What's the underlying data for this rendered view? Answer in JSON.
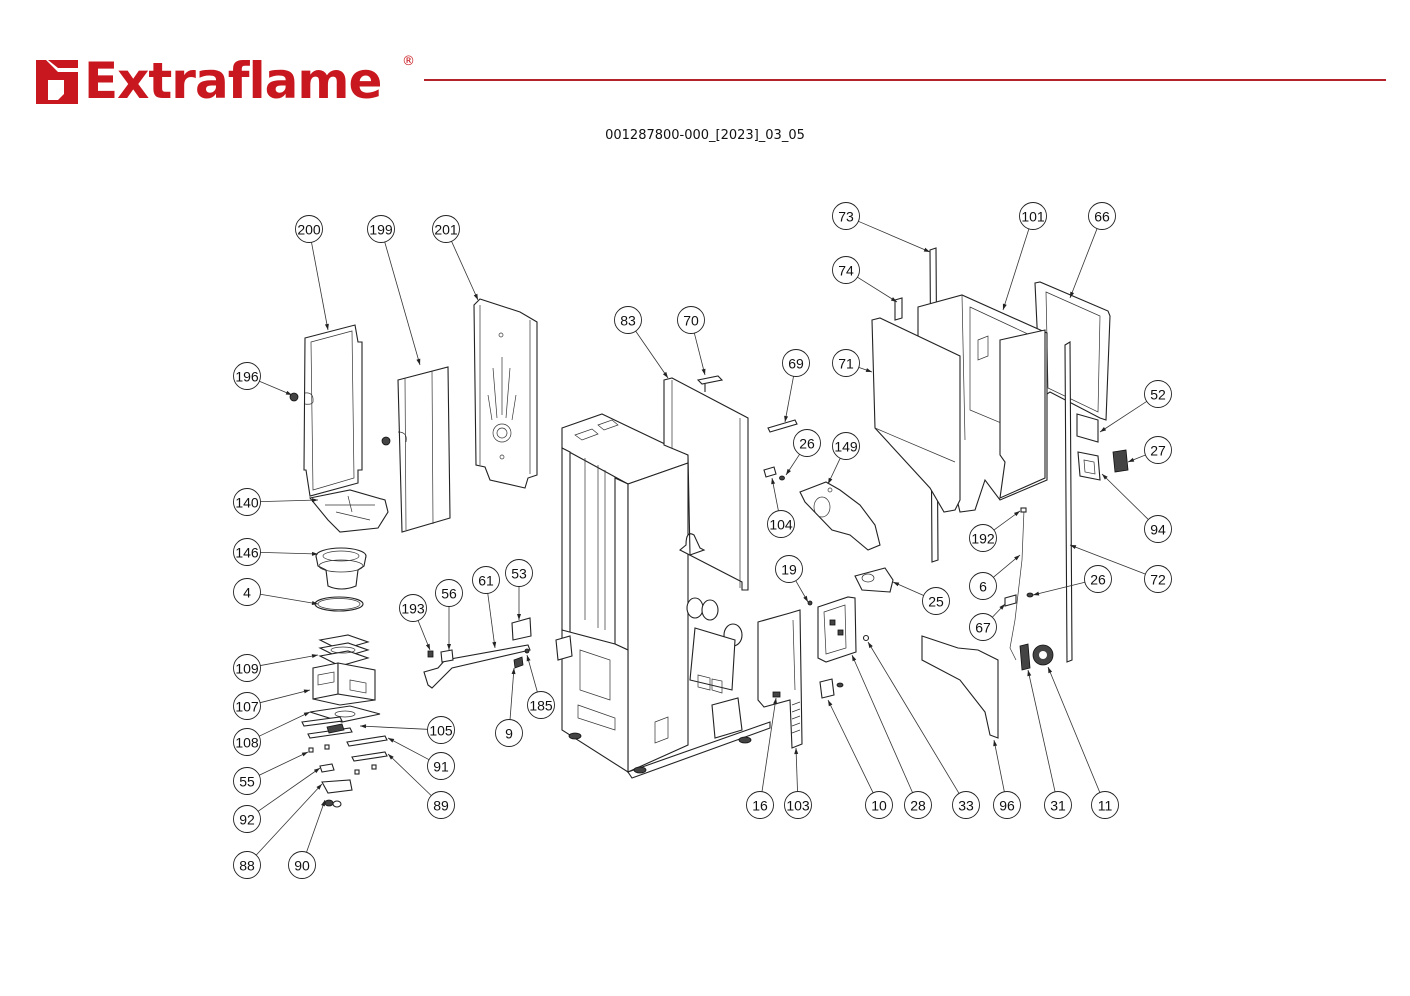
{
  "header": {
    "brand": "Extraflame",
    "registered_mark": "®",
    "brand_color": "#c8171e",
    "rule_color": "#b3232b",
    "document_code": "001287800-000_[2023]_03_05"
  },
  "diagram": {
    "type": "exploded-parts-view",
    "callouts": [
      {
        "id": "c200",
        "label": "200"
      },
      {
        "id": "c199",
        "label": "199"
      },
      {
        "id": "c201",
        "label": "201"
      },
      {
        "id": "c196",
        "label": "196"
      },
      {
        "id": "c140",
        "label": "140"
      },
      {
        "id": "c146",
        "label": "146"
      },
      {
        "id": "c4",
        "label": "4"
      },
      {
        "id": "c109",
        "label": "109"
      },
      {
        "id": "c107",
        "label": "107"
      },
      {
        "id": "c108",
        "label": "108"
      },
      {
        "id": "c105",
        "label": "105"
      },
      {
        "id": "c91",
        "label": "91"
      },
      {
        "id": "c89",
        "label": "89"
      },
      {
        "id": "c55",
        "label": "55"
      },
      {
        "id": "c92",
        "label": "92"
      },
      {
        "id": "c88",
        "label": "88"
      },
      {
        "id": "c90",
        "label": "90"
      },
      {
        "id": "c193",
        "label": "193"
      },
      {
        "id": "c56",
        "label": "56"
      },
      {
        "id": "c61",
        "label": "61"
      },
      {
        "id": "c53",
        "label": "53"
      },
      {
        "id": "c185",
        "label": "185"
      },
      {
        "id": "c9",
        "label": "9"
      },
      {
        "id": "c83",
        "label": "83"
      },
      {
        "id": "c70",
        "label": "70"
      },
      {
        "id": "c69",
        "label": "69"
      },
      {
        "id": "c26a",
        "label": "26"
      },
      {
        "id": "c104",
        "label": "104"
      },
      {
        "id": "c149",
        "label": "149"
      },
      {
        "id": "c19",
        "label": "19"
      },
      {
        "id": "c25",
        "label": "25"
      },
      {
        "id": "c16",
        "label": "16"
      },
      {
        "id": "c103",
        "label": "103"
      },
      {
        "id": "c10",
        "label": "10"
      },
      {
        "id": "c28",
        "label": "28"
      },
      {
        "id": "c33",
        "label": "33"
      },
      {
        "id": "c96",
        "label": "96"
      },
      {
        "id": "c31",
        "label": "31"
      },
      {
        "id": "c11",
        "label": "11"
      },
      {
        "id": "c73",
        "label": "73"
      },
      {
        "id": "c74",
        "label": "74"
      },
      {
        "id": "c71",
        "label": "71"
      },
      {
        "id": "c101",
        "label": "101"
      },
      {
        "id": "c66",
        "label": "66"
      },
      {
        "id": "c52",
        "label": "52"
      },
      {
        "id": "c27",
        "label": "27"
      },
      {
        "id": "c94",
        "label": "94"
      },
      {
        "id": "c192",
        "label": "192"
      },
      {
        "id": "c6",
        "label": "6"
      },
      {
        "id": "c26b",
        "label": "26"
      },
      {
        "id": "c72",
        "label": "72"
      },
      {
        "id": "c67",
        "label": "67"
      }
    ]
  }
}
